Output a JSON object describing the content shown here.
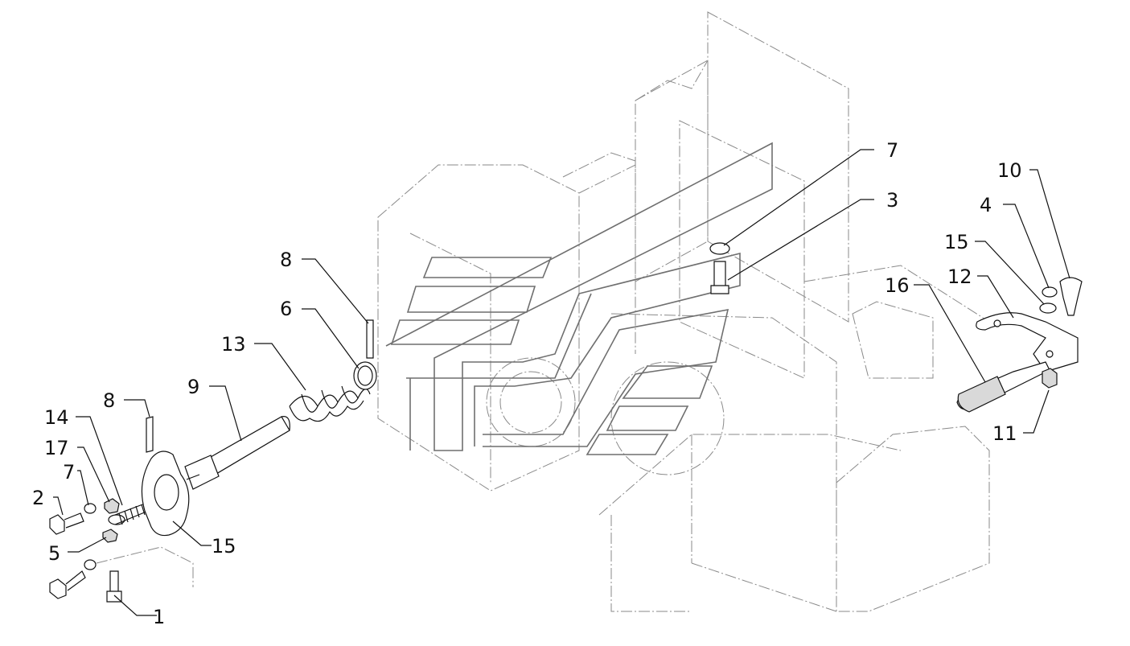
{
  "callouts": [
    {
      "id": "c1",
      "label": "1"
    },
    {
      "id": "c2",
      "label": "2"
    },
    {
      "id": "c3",
      "label": "3"
    },
    {
      "id": "c4",
      "label": "4"
    },
    {
      "id": "c5",
      "label": "5"
    },
    {
      "id": "c6",
      "label": "6"
    },
    {
      "id": "c7a",
      "label": "7"
    },
    {
      "id": "c7b",
      "label": "7"
    },
    {
      "id": "c8a",
      "label": "8"
    },
    {
      "id": "c8b",
      "label": "8"
    },
    {
      "id": "c9",
      "label": "9"
    },
    {
      "id": "c10",
      "label": "10"
    },
    {
      "id": "c11",
      "label": "11"
    },
    {
      "id": "c12",
      "label": "12"
    },
    {
      "id": "c13",
      "label": "13"
    },
    {
      "id": "c14",
      "label": "14"
    },
    {
      "id": "c15a",
      "label": "15"
    },
    {
      "id": "c15b",
      "label": "15"
    },
    {
      "id": "c16",
      "label": "16"
    },
    {
      "id": "c17",
      "label": "17"
    }
  ],
  "colors": {
    "line": "#111111",
    "phantom": "#8a8a8a",
    "watermark": "#6f6f6f"
  }
}
